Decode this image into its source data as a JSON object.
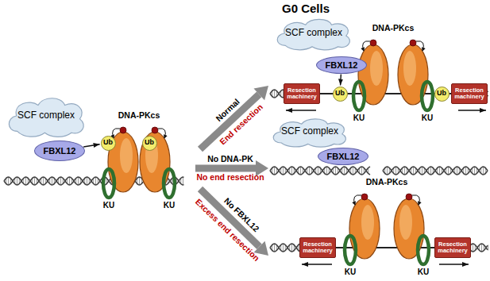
{
  "diagram": {
    "title": "G0 Cells",
    "nodes": [
      {
        "text": [
          "SCF complex"
        ]
      },
      {
        "text": [
          "FBXL12"
        ]
      },
      {
        "text": [
          "Ub"
        ]
      },
      {
        "text": [
          "Ub"
        ]
      },
      {
        "text": [
          "SCF complex"
        ]
      },
      {
        "text": [
          "FBXL12"
        ]
      },
      {
        "text": [
          "Ub"
        ]
      },
      {
        "text": [
          "Ub"
        ]
      },
      {
        "text": [
          "Resection machinery"
        ]
      },
      {
        "text": [
          "Resection machinery"
        ]
      },
      {
        "text": [
          "SCF complex"
        ]
      },
      {
        "text": [
          "FBXL12"
        ]
      },
      {
        "text": [
          "Resection machinery"
        ]
      },
      {
        "text": [
          "Resection machinery"
        ]
      }
    ],
    "edges": [
      {
        "from": 1,
        "to": 2,
        "arrow": "to"
      },
      {
        "from": 5,
        "to": 6,
        "arrow": "to"
      }
    ],
    "labels": [
      "DNA-PKcs",
      "KU",
      "KU",
      "Normal",
      "End resection",
      "No DNA-PK",
      "No end resection",
      "No FBXL12",
      "Excess end resection",
      "DNA-PKcs",
      "KU",
      "KU",
      "DNA-PKcs",
      "KU",
      "KU"
    ]
  }
}
